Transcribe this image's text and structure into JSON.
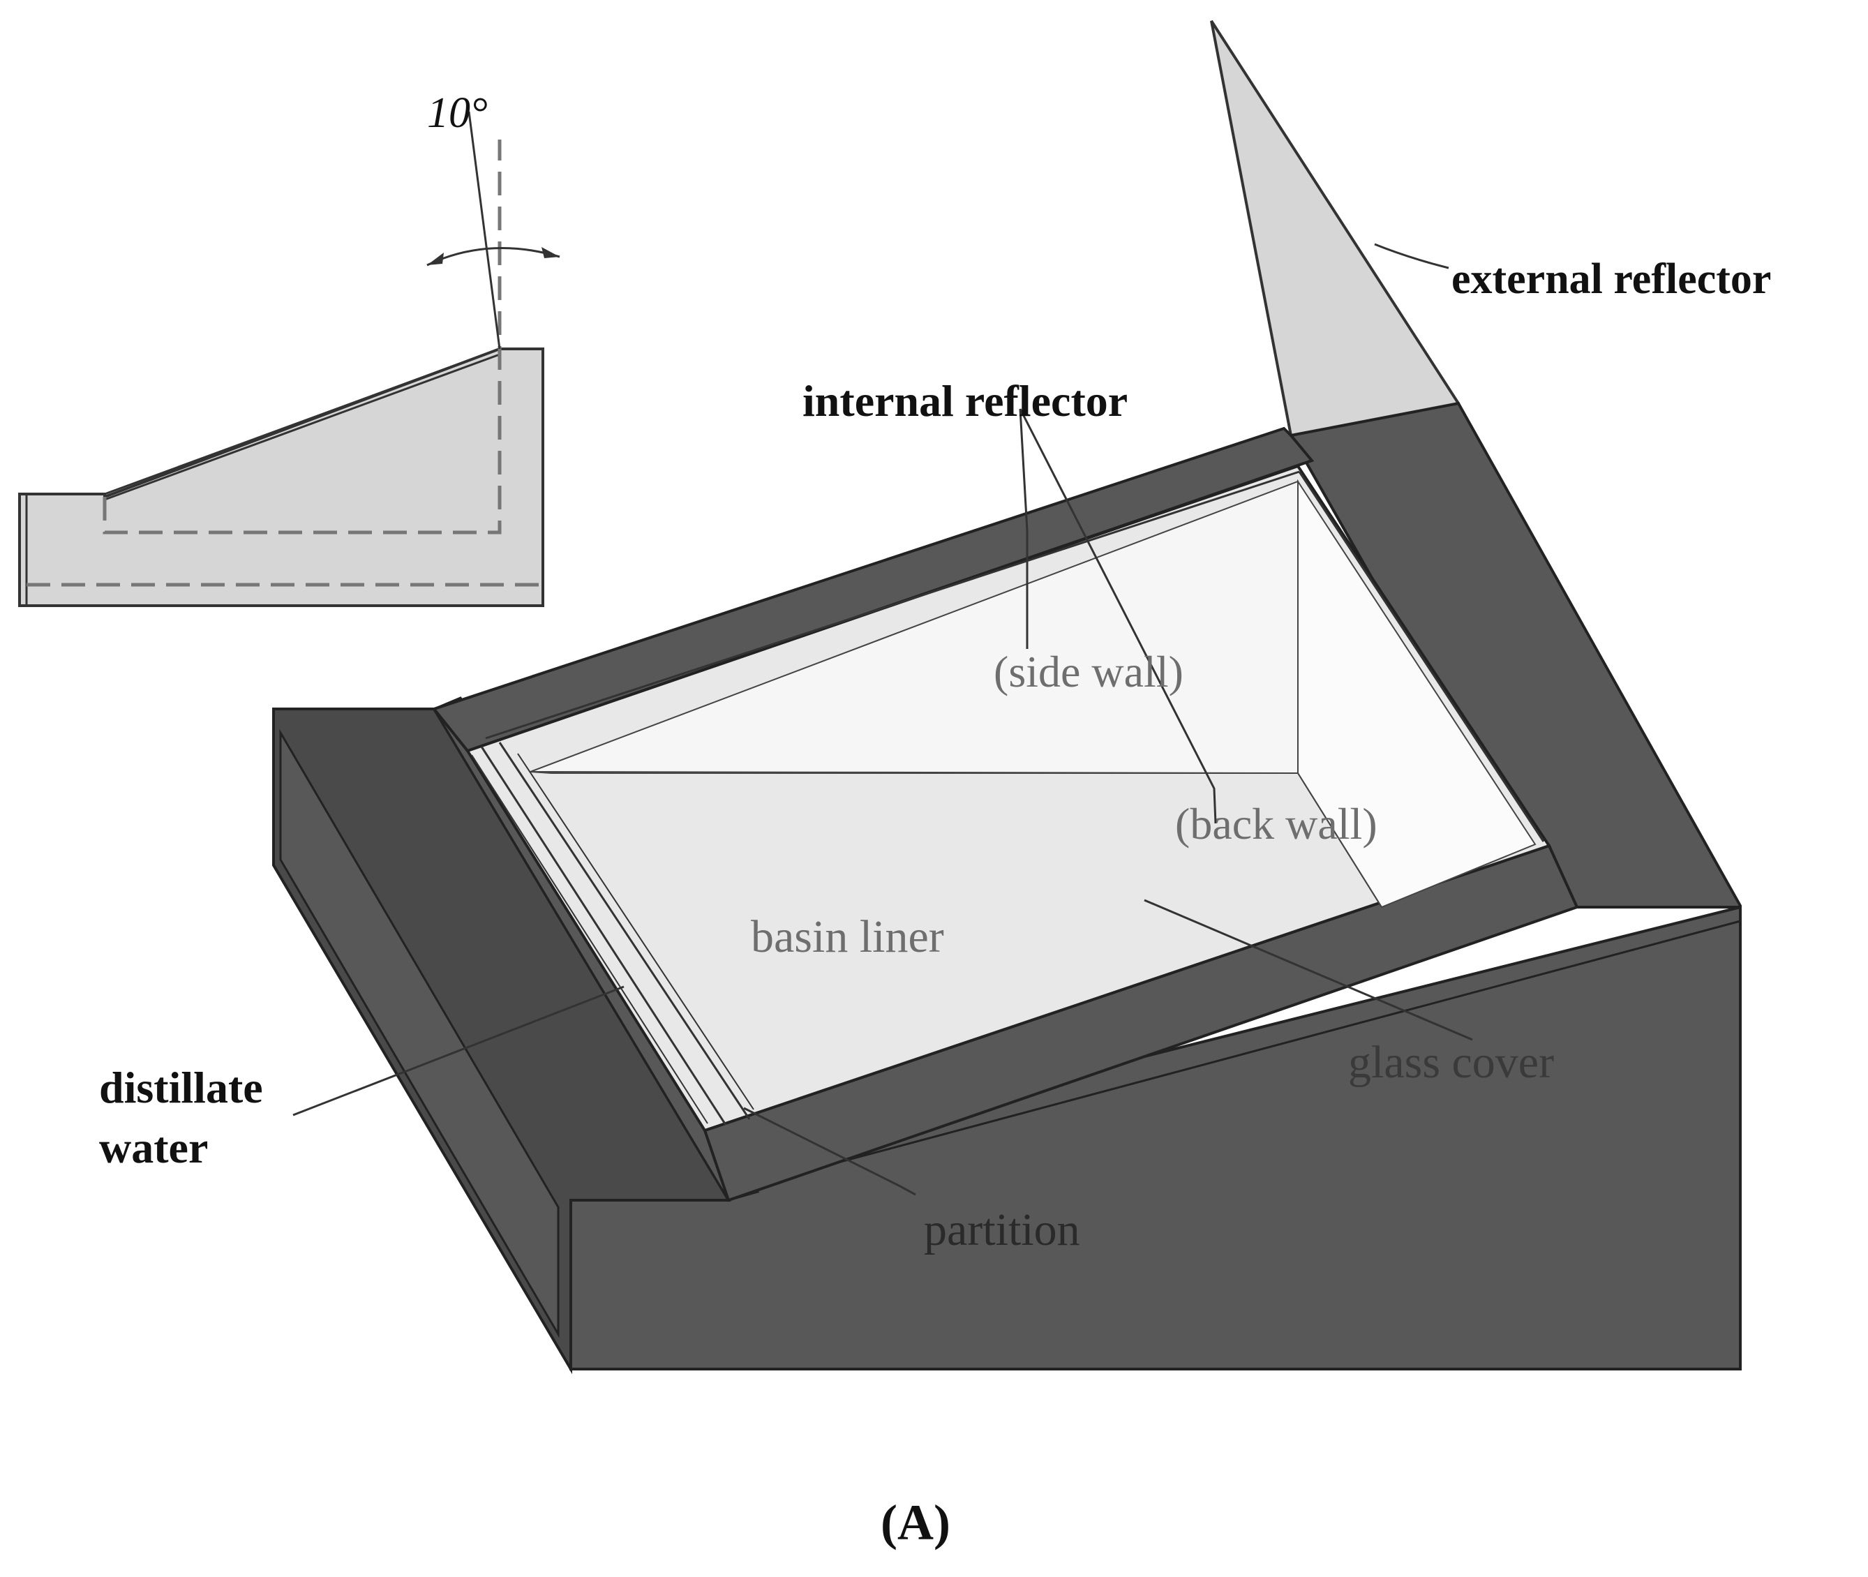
{
  "angle_label": "10°",
  "labels": {
    "external_reflector": "external reflector",
    "internal_reflector": "internal reflector",
    "side_wall": "(side wall)",
    "back_wall": "(back wall)",
    "basin_liner": "basin liner",
    "glass_cover": "glass cover",
    "distillate_line1": "distillate",
    "distillate_line2": "water",
    "partition": "partition"
  },
  "figure_label": "(A)",
  "colors": {
    "body": "#585858",
    "body_dark": "#4a4a4a",
    "light_fill": "#d6d6d6",
    "basin": "#e8e8e8",
    "outline": "#222222"
  }
}
